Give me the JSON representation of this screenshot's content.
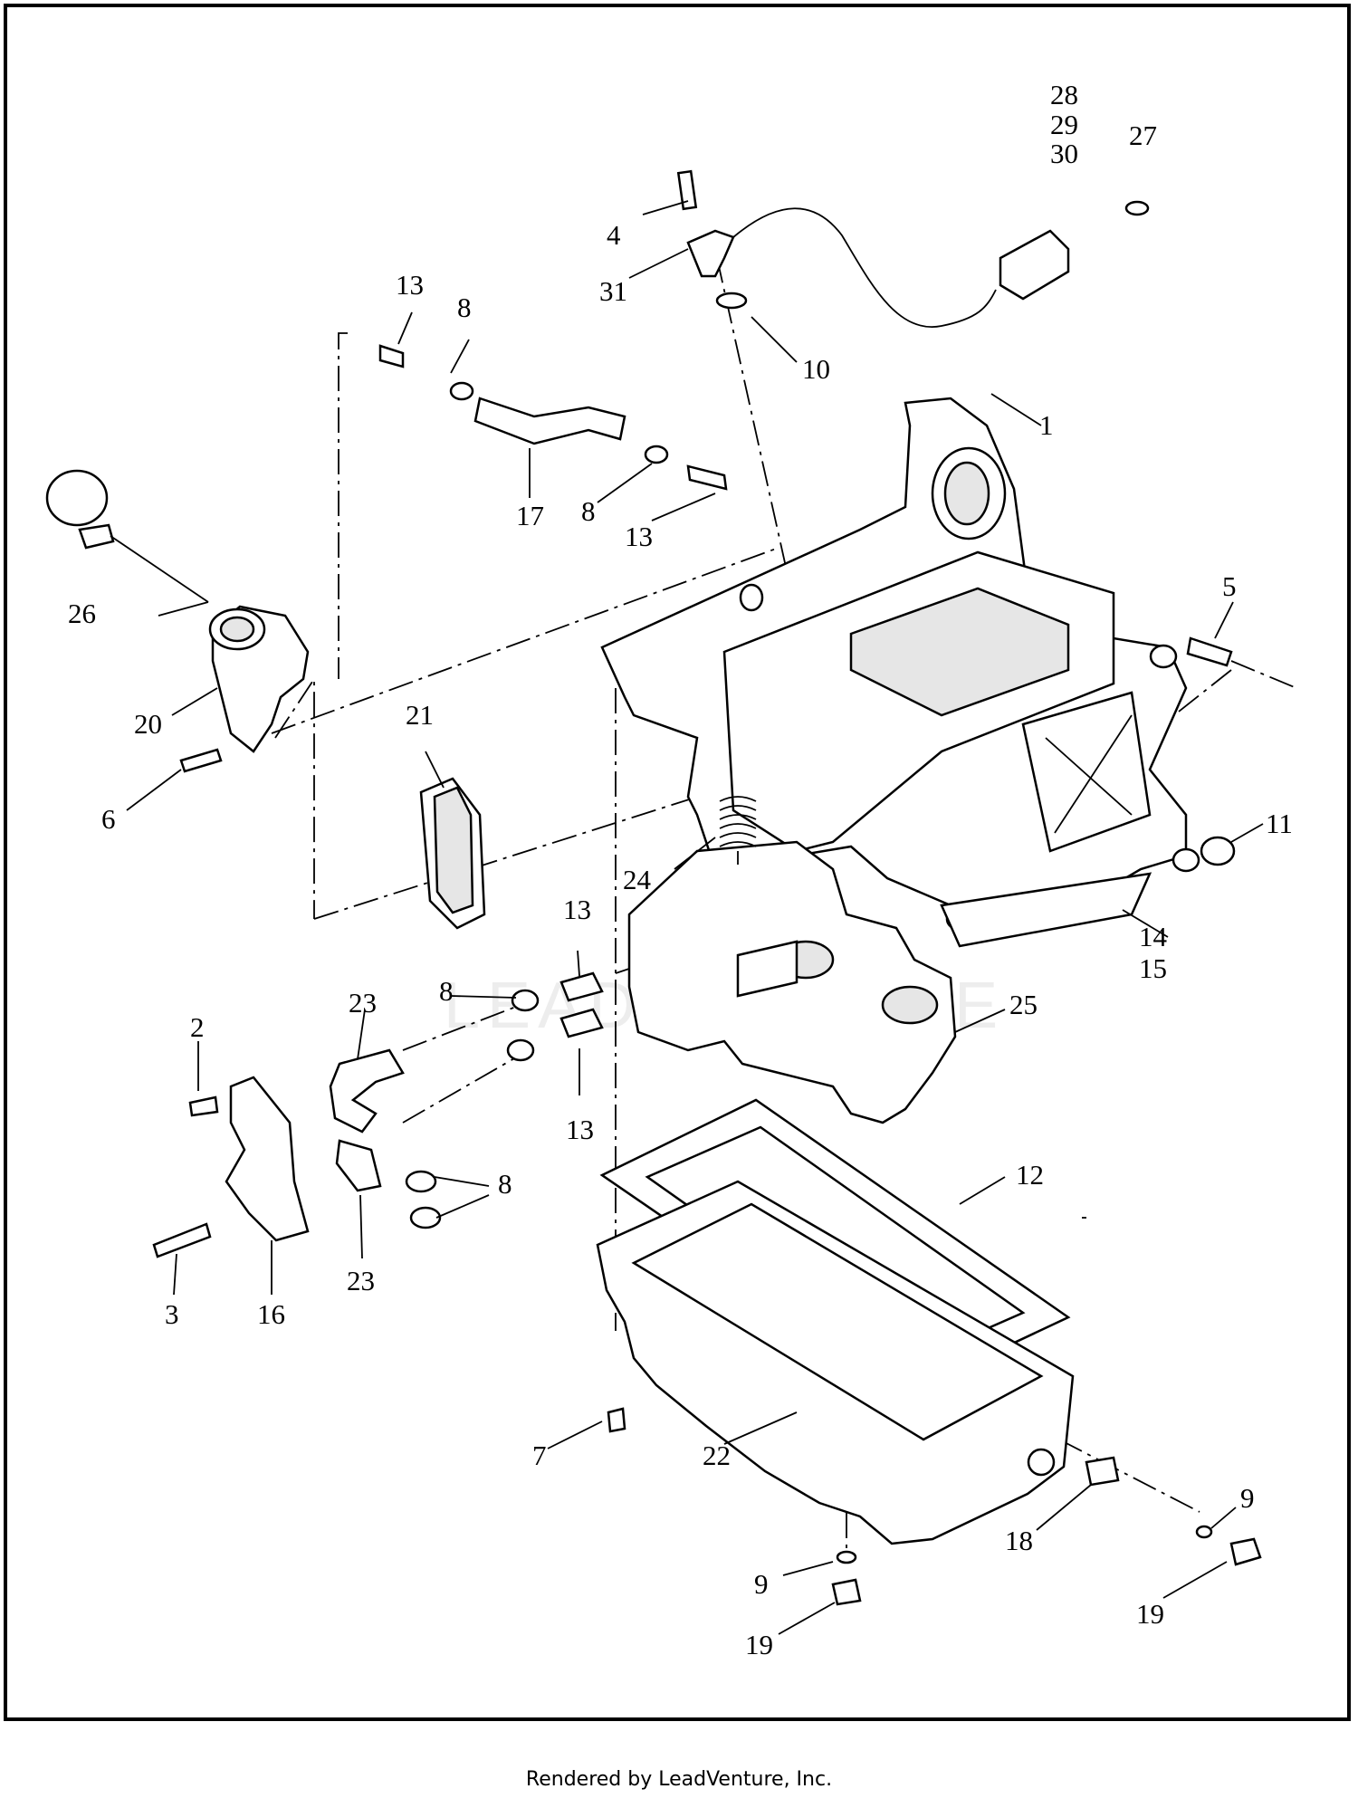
{
  "diagram": {
    "border_color": "#000000",
    "callouts": [
      {
        "id": "c28",
        "label": "28"
      },
      {
        "id": "c29",
        "label": "29"
      },
      {
        "id": "c30",
        "label": "30"
      },
      {
        "id": "c27",
        "label": "27"
      },
      {
        "id": "c4",
        "label": "4"
      },
      {
        "id": "c31",
        "label": "31"
      },
      {
        "id": "c10",
        "label": "10"
      },
      {
        "id": "c13a",
        "label": "13"
      },
      {
        "id": "c8a",
        "label": "8"
      },
      {
        "id": "c1",
        "label": "1"
      },
      {
        "id": "c17",
        "label": "17"
      },
      {
        "id": "c8b",
        "label": "8"
      },
      {
        "id": "c13b",
        "label": "13"
      },
      {
        "id": "c26",
        "label": "26"
      },
      {
        "id": "c5",
        "label": "5"
      },
      {
        "id": "c20",
        "label": "20"
      },
      {
        "id": "c21",
        "label": "21"
      },
      {
        "id": "c6",
        "label": "6"
      },
      {
        "id": "c11",
        "label": "11"
      },
      {
        "id": "c24",
        "label": "24"
      },
      {
        "id": "c13c",
        "label": "13"
      },
      {
        "id": "c14",
        "label": "14"
      },
      {
        "id": "c15",
        "label": "15"
      },
      {
        "id": "c8c",
        "label": "8"
      },
      {
        "id": "c23a",
        "label": "23"
      },
      {
        "id": "c25",
        "label": "25"
      },
      {
        "id": "c2",
        "label": "2"
      },
      {
        "id": "c13d",
        "label": "13"
      },
      {
        "id": "c12",
        "label": "12"
      },
      {
        "id": "c8d",
        "label": "8"
      },
      {
        "id": "c3",
        "label": "3"
      },
      {
        "id": "c16",
        "label": "16"
      },
      {
        "id": "c23b",
        "label": "23"
      },
      {
        "id": "c7",
        "label": "7"
      },
      {
        "id": "c22",
        "label": "22"
      },
      {
        "id": "c9a",
        "label": "9"
      },
      {
        "id": "c18",
        "label": "18"
      },
      {
        "id": "c19a",
        "label": "19"
      },
      {
        "id": "c9b",
        "label": "9"
      },
      {
        "id": "c19b",
        "label": "19"
      }
    ],
    "watermark": "LEADVENTURE"
  },
  "footer": {
    "text": "Rendered by LeadVenture, Inc."
  }
}
